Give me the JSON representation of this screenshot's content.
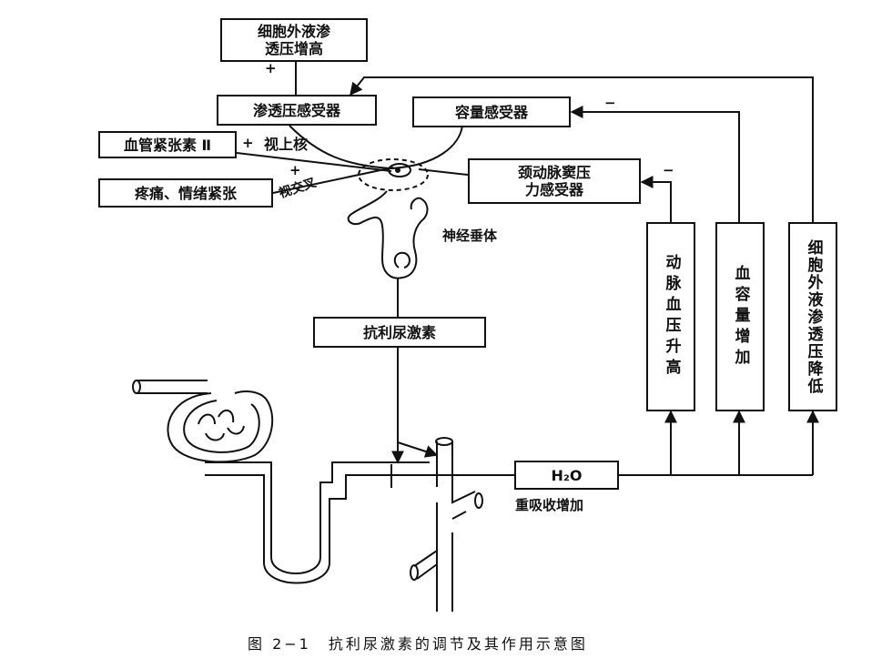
{
  "boxes": {
    "ecf_osm_high": "细胞外液渗\n透压增高",
    "osmoreceptor": "渗透压感受器",
    "volume_receptor": "容量感受器",
    "angiotensin": "血管紧张素 Ⅱ",
    "pain_emotion": "疼痛、情绪紧张",
    "carotid_baroreceptor": "颈动脉窦压\n力感受器",
    "adh": "抗利尿激素",
    "water": "H₂O",
    "bp_rise": "动脉血压升高",
    "volume_increase": "血容量增加",
    "ecf_osm_low": "细胞外液渗透压降低"
  },
  "labels": {
    "plus_top": "+",
    "plus_angiotensin": "+",
    "supraoptic": "视上核",
    "plus_pain": "+",
    "optic_chiasm": "视交叉",
    "minus_volume": "−",
    "minus_carotid": "−",
    "neurohypophysis": "神经垂体",
    "reabsorption": "重吸收增加"
  },
  "caption": "图 2−1　抗利尿激素的调节及其作用示意图"
}
